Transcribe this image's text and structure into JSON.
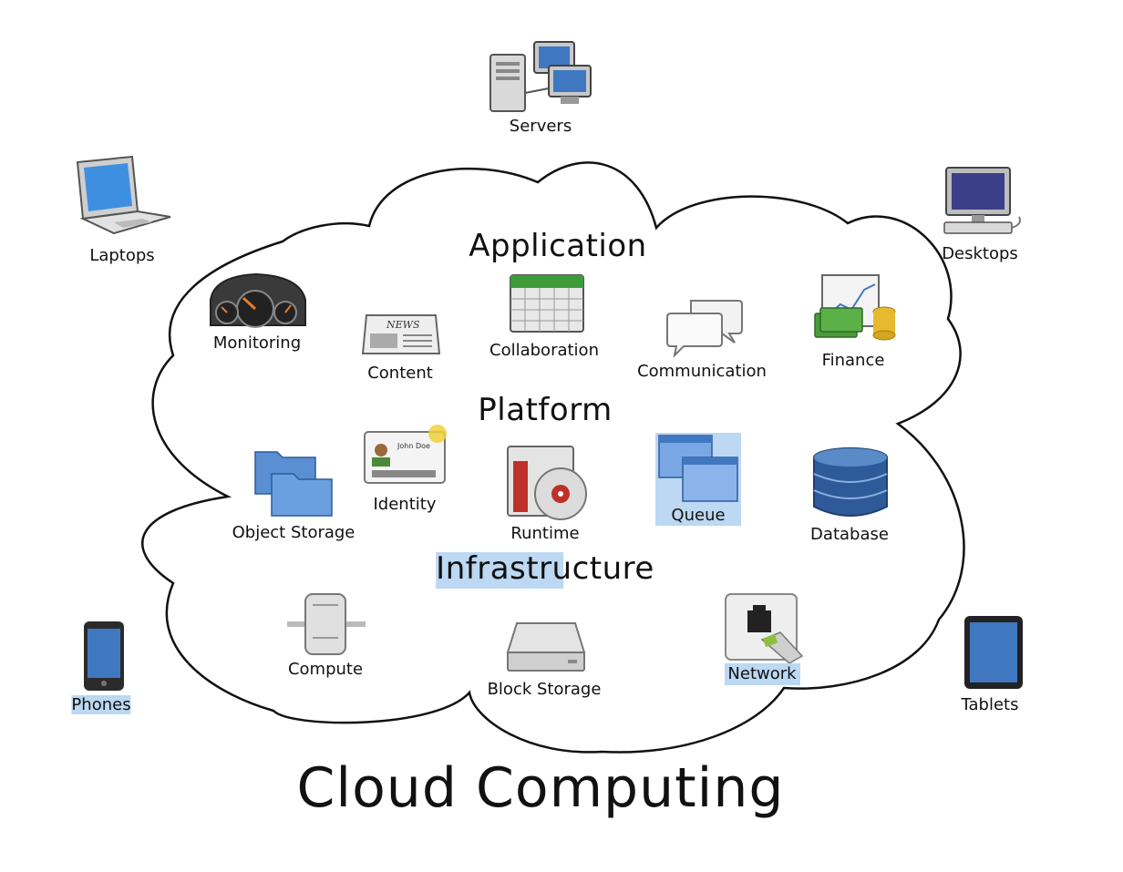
{
  "title": "Cloud Computing",
  "layers": {
    "application": "Application",
    "platform": "Platform",
    "infrastructure": "Infrastructure"
  },
  "devices": {
    "servers": "Servers",
    "laptops": "Laptops",
    "desktops": "Desktops",
    "phones": "Phones",
    "tablets": "Tablets"
  },
  "application_items": {
    "monitoring": "Monitoring",
    "content": "Content",
    "collaboration": "Collaboration",
    "communication": "Communication",
    "finance": "Finance"
  },
  "platform_items": {
    "object_storage": "Object Storage",
    "identity": "Identity",
    "runtime": "Runtime",
    "queue": "Queue",
    "database": "Database"
  },
  "infrastructure_items": {
    "compute": "Compute",
    "block_storage": "Block Storage",
    "network": "Network"
  },
  "colors": {
    "highlight": "#bcd8f2",
    "cloud_outline": "#111111",
    "icon_blue": "#3f78c0"
  },
  "icons": [
    "servers-icon",
    "laptop-icon",
    "desktop-icon",
    "phone-icon",
    "tablet-icon",
    "speedometer-icon",
    "newspaper-icon",
    "calendar-icon",
    "chat-bubbles-icon",
    "finance-chart-icon",
    "folders-icon",
    "id-card-icon",
    "cd-package-icon",
    "windows-queue-icon",
    "database-icon",
    "compute-node-icon",
    "hard-drive-icon",
    "network-socket-icon"
  ]
}
